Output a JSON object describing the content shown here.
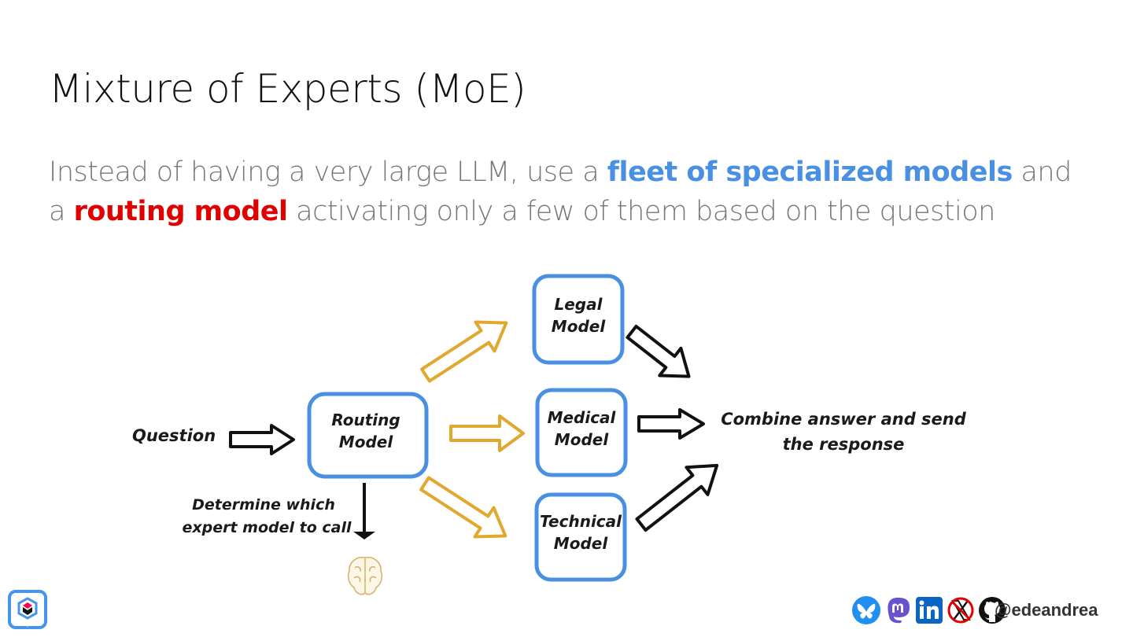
{
  "slide": {
    "title": "Mixture of Experts (MoE)",
    "subtitle": {
      "part1": "Instead of having a very large LLM, use a ",
      "highlight1": "fleet of specialized models",
      "part2": " and a ",
      "highlight2": "routing model",
      "part3": " activating only a few of them based on the question"
    }
  },
  "diagram": {
    "question": "Question",
    "router": {
      "line1": "Routing",
      "line2": "Model"
    },
    "experts": [
      {
        "line1": "Legal",
        "line2": "Model"
      },
      {
        "line1": "Medical",
        "line2": "Model"
      },
      {
        "line1": "Technical",
        "line2": "Model"
      }
    ],
    "output": {
      "line1": "Combine answer and send",
      "line2": "the response"
    },
    "router_note": {
      "line1": "Determine which",
      "line2": "expert model to call"
    }
  },
  "footer": {
    "handle": "@edeandrea",
    "icons": [
      "bluesky-icon",
      "mastodon-icon",
      "linkedin-icon",
      "x-icon",
      "github-icon"
    ]
  },
  "colors": {
    "box_border": "#4a90e2",
    "router_arrows": "#e0a82e",
    "black_arrows": "#111111",
    "highlight_blue": "#4a90e2",
    "highlight_red": "#e00000"
  }
}
